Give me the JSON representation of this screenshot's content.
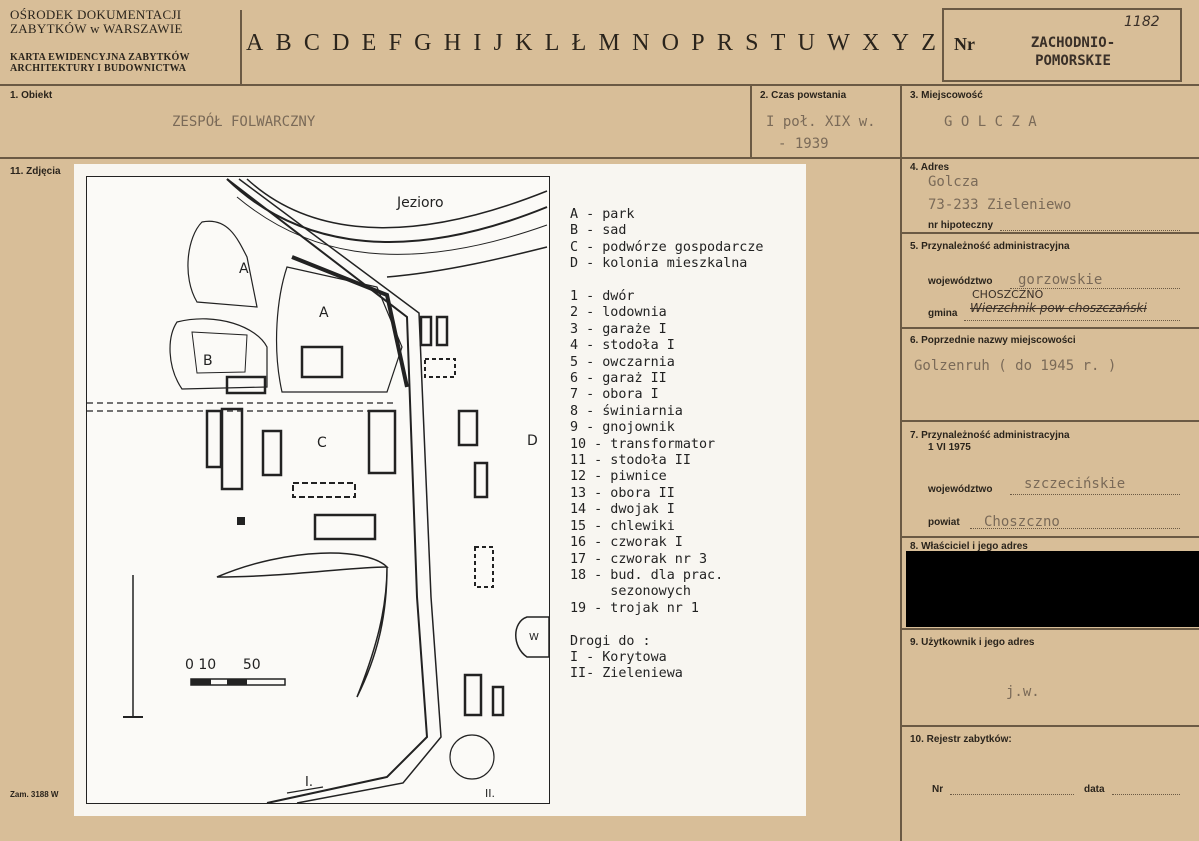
{
  "header": {
    "institution_line1": "OŚRODEK DOKUMENTACJI",
    "institution_line2": "ZABYTKÓW w WARSZAWIE",
    "card_type_line1": "KARTA EWIDENCYJNA ZABYTKÓW",
    "card_type_line2": "ARCHITEKTURY I BUDOWNICTWA",
    "letters": [
      "A",
      "B",
      "C",
      "D",
      "E",
      "F",
      "G",
      "H",
      "I",
      "J",
      "K",
      "L",
      "Ł",
      "M",
      "N",
      "O",
      "P",
      "R",
      "S",
      "T",
      "U",
      "W",
      "X",
      "Y",
      "Z"
    ],
    "nr_label": "Nr",
    "region_line1": "ZACHODNIO-",
    "region_line2": "POMORSKIE",
    "handwritten_number": "1182"
  },
  "fields": {
    "obiekt_label": "1. Obiekt",
    "obiekt_value": "ZESPÓŁ FOLWARCZNY",
    "czas_label": "2. Czas powstania",
    "czas_value1": "I poł. XIX w.",
    "czas_value2": "- 1939",
    "miejscowosc_label": "3. Miejscowość",
    "miejscowosc_value": "G O L C Z A",
    "zdjecia_label": "11. Zdjęcia",
    "adres_label": "4. Adres",
    "adres_line1": "Golcza",
    "adres_line2": "73-233 Zieleniewo",
    "hipoteczny_label": "nr hipoteczny",
    "przynal_label": "5. Przynależność administracyjna",
    "wojewodztwo_label": "województwo",
    "wojewodztwo_value": "gorzowskie",
    "gmina_hand_above": "CHOSZCZNO",
    "gmina_label": "gmina",
    "gmina_value": "Wierzchnik pow choszczański",
    "poprzednie_label": "6. Poprzednie nazwy miejscowości",
    "poprzednie_value": "Golzenruh ( do 1945 r. )",
    "przynal1975_label": "7. Przynależność administracyjna",
    "przynal1975_date": "1 VI 1975",
    "wojewodztwo2_value": "szczecińskie",
    "powiat_label": "powiat",
    "powiat_value": "Choszczno",
    "wlasciciel_label": "8. Właściciel i jego adres",
    "uzytkownik_label": "9. Użytkownik i jego adres",
    "uzytkownik_value": "j.w.",
    "rejestr_label": "10. Rejestr zabytków:",
    "nr_label": "Nr",
    "data_label": "data",
    "zam_label": "Zam. 3188 W"
  },
  "map": {
    "lake_label": "Jezioro",
    "zone_labels": [
      "A",
      "A",
      "B",
      "C",
      "D",
      "W"
    ],
    "scale_label": "0 10      50",
    "road_label": "I.",
    "road_label2": "II."
  },
  "legend": {
    "lines": [
      "A - park",
      "B - sad",
      "C - podwórze gospodarcze",
      "D - kolonia mieszkalna",
      "",
      "1 - dwór",
      "2 - lodownia",
      "3 - garaże I",
      "4 - stodoła I",
      "5 - owczarnia",
      "6 - garaż II",
      "7 - obora I",
      "8 - świniarnia",
      "9 - gnojownik",
      "10 - transformator",
      "11 - stodoła II",
      "12 - piwnice",
      "13 - obora II",
      "14 - dwojak I",
      "15 - chlewiki",
      "16 - czworak I",
      "17 - czworak nr 3",
      "18 - bud. dla prac.",
      "     sezonowych",
      "19 - trojak nr 1",
      "",
      "Drogi do :",
      "I - Korytowa",
      "II- Zieleniewa"
    ]
  }
}
